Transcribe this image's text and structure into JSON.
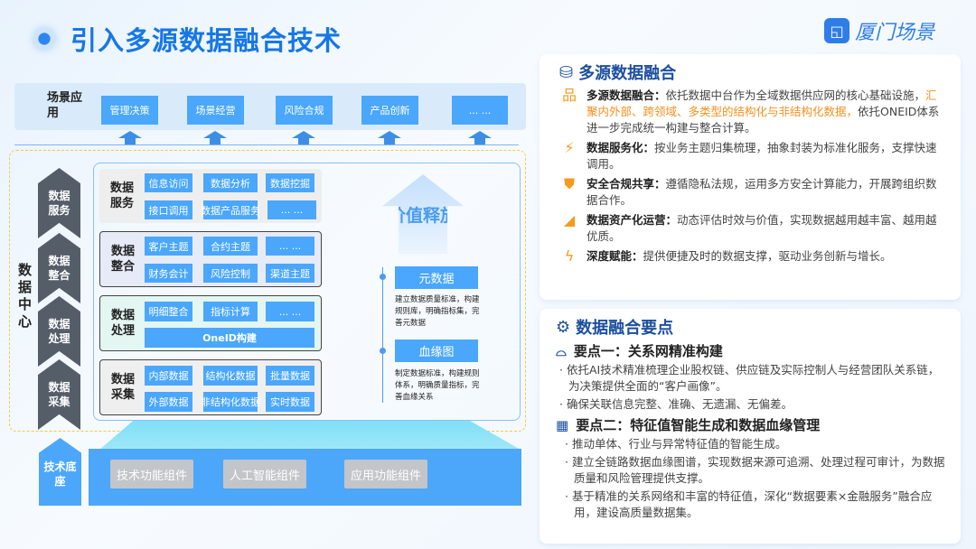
{
  "title": "引入多源数据融合技术",
  "logo": {
    "mark": "a",
    "text": "厦门场景"
  },
  "scene": {
    "label": "场景应用",
    "items": [
      "管理决策",
      "场景经营",
      "风险合规",
      "产品创新",
      "... ..."
    ]
  },
  "center_label": "数据中心",
  "chevrons": [
    "数据服务",
    "数据整合",
    "数据处理",
    "数据采集"
  ],
  "layers": [
    {
      "label": "数据服务",
      "cells": [
        "信息访问",
        "数据分析",
        "数据挖掘",
        "接口调用",
        "数据产品服务",
        "... ..."
      ]
    },
    {
      "label": "数据整合",
      "cells": [
        "客户主题",
        "合约主题",
        "... ...",
        "财务会计",
        "风险控制",
        "渠道主题"
      ]
    },
    {
      "label": "数据处理",
      "cells": [
        "明细整合",
        "指标计算",
        "... ...",
        "OneID构建"
      ]
    },
    {
      "label": "数据采集",
      "cells": [
        "内部数据",
        "结构化数据",
        "批量数据",
        "外部数据",
        "非结构化数据",
        "实时数据"
      ]
    }
  ],
  "value_release": "价值释放",
  "metadata": {
    "label": "元数据",
    "text": "建立数据质量标准，构建规则库，明确指标集，完善元数据"
  },
  "lineage": {
    "label": "血缘图",
    "text": "制定数据标准，构建规则体系，明确质量指标，完善血缘关系"
  },
  "tech": {
    "label": "技术底座",
    "items": [
      "技术功能组件",
      "人工智能组件",
      "应用功能组件"
    ]
  },
  "panel1": {
    "title": "多源数据融合",
    "items": [
      {
        "head": "多源数据融合：",
        "text": "依托数据中台作为全域数据供应网的核心基础设施，",
        "highlight": "汇聚内外部、跨领域、多类型的结构化与非结构化数据，",
        "tail": "依托ONEID体系进一步完成统一构建与整合计算。"
      },
      {
        "head": "数据服务化：",
        "text": "按业务主题归集梳理，抽象封装为标准化服务，支撑快速调用。"
      },
      {
        "head": "安全合规共享：",
        "text": "遵循隐私法规，运用多方安全计算能力，开展跨组织数据合作。"
      },
      {
        "head": "数据资产化运营：",
        "text": "动态评估时效与价值，实现数据越用越丰富、越用越优质。"
      },
      {
        "head": "深度赋能：",
        "text": "提供便捷及时的数据支撑，驱动业务创新与增长。"
      }
    ]
  },
  "panel2": {
    "title": "数据融合要点",
    "points": [
      {
        "head": "要点一：关系网精准构建",
        "bullets": [
          "依托AI技术精准梳理企业股权链、供应链及实际控制人与经营团队关系链，为决策提供全面的“客户画像”。",
          "确保关联信息完整、准确、无遗漏、无偏差。"
        ]
      },
      {
        "head": "要点二：特征值智能生成和数据血缘管理",
        "bullets": [
          "推动单体、行业与异常特征值的智能生成。",
          "建立全链路数据血缘图谱，实现数据来源可追溯、处理过程可审计，为数据质量和风险管理提供支撑。",
          "基于精准的关系网络和丰富的特征值，深化“数据要素×金融服务”融合应用，建设高质量数据集。"
        ]
      }
    ]
  }
}
